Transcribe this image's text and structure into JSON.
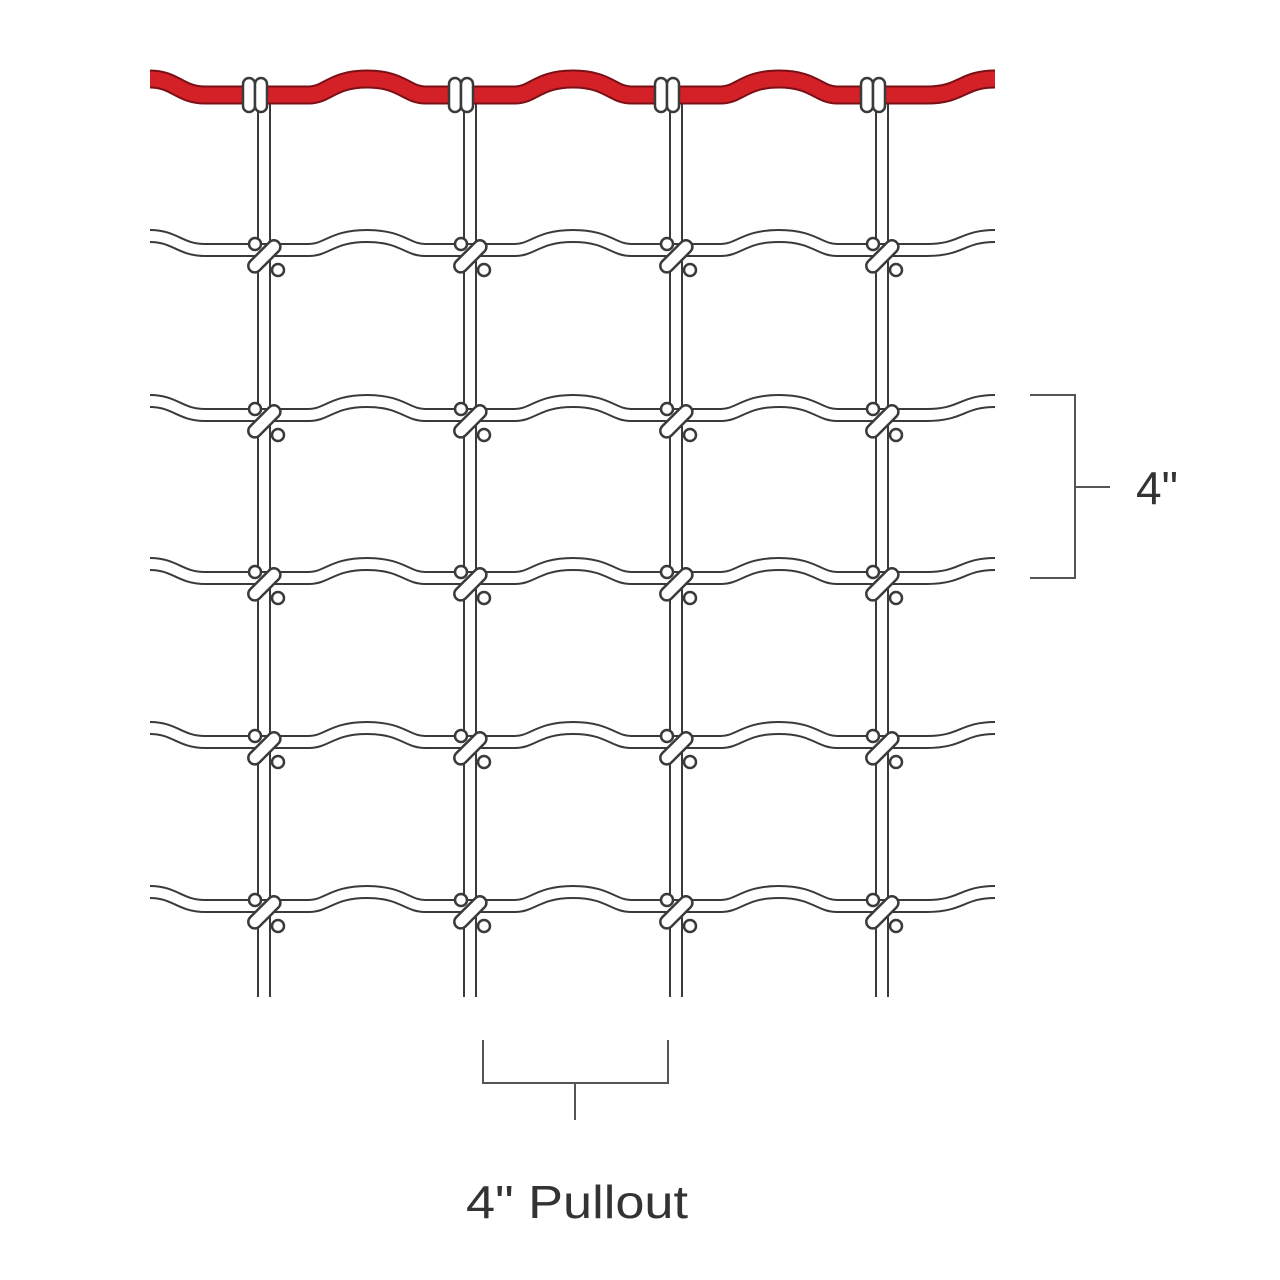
{
  "diagram": {
    "vertical_spacing_label": "4\"",
    "pullout_label": "4\" Pullout",
    "colors": {
      "top_wire": "#d42027",
      "wire_outline": "#3a3a3a",
      "wire_fill": "#ffffff",
      "dimension_lines": "#555555"
    },
    "horizontal_wire_rows": 5,
    "vertical_stays": 4
  }
}
